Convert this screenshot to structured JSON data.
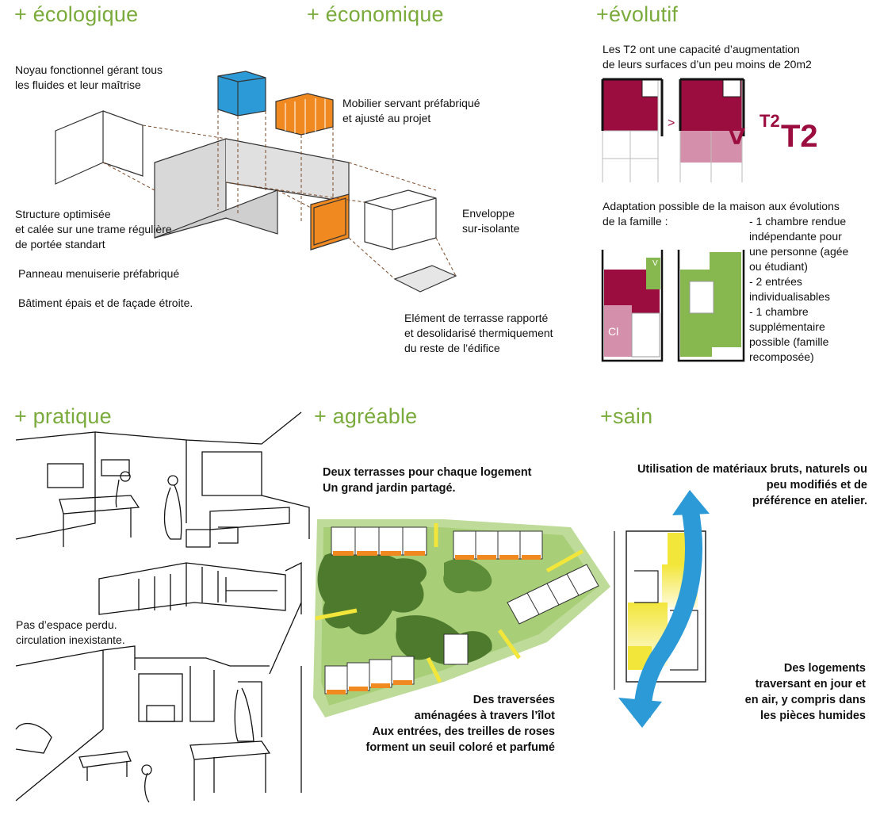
{
  "headings": {
    "ecologique": "+ écologique",
    "economique": "+ économique",
    "evolutif": "+évolutif",
    "pratique": "+ pratique",
    "agreable": "+ agréable",
    "sain": "+sain"
  },
  "ecologique": {
    "noyau": "Noyau fonctionnel gérant tous\nles fluides et leur maîtrise",
    "structure": "Structure optimisée\net calée sur une trame régulière\nde portée standart",
    "panneau": "Panneau menuiserie préfabriqué",
    "batiment": "Bâtiment épais et de façade étroite."
  },
  "economique": {
    "mobilier": "Mobilier servant préfabriqué\net ajusté au projet",
    "enveloppe": "Enveloppe\nsur-isolante",
    "terrasse": "Elément de terrasse rapporté\net desolidarisé thermiquement\ndu reste de l’édifice"
  },
  "evolutif": {
    "t2_text": "Les T2 ont une capacité d’augmentation\nde leurs surfaces d’un peu moins de 20m2",
    "arrow": ">",
    "t2_small": "T2",
    "t2_big": "T2",
    "gt": ">",
    "adaptation": "Adaptation possible de la maison aux évolutions\nde la famille :",
    "adaptation_list": "- 1 chambre rendue\nindépendante pour\nune personne (agée\nou étudiant)\n- 2 entrées\nindividualisables\n- 1 chambre\nsupplémentaire\npossible (famille\nrecomposée)",
    "cl_label": "Cl",
    "v_label": "V"
  },
  "pratique": {
    "espace": "Pas d’espace perdu.\ncirculation inexistante."
  },
  "agreable": {
    "terrasses": "Deux terrasses pour chaque logement\nUn grand jardin partagé.",
    "traversees": "Des traversées\naménagées à travers l’îlot\nAux entrées, des treilles de roses\nforment un seuil coloré et parfumé"
  },
  "sain": {
    "materiaux": "Utilisation de matériaux bruts, naturels ou\npeu modifiés et de\npréférence en atelier.",
    "logements": "Des logements\ntraversant en jour et\nen air, y compris dans\nles pièces humides"
  },
  "colors": {
    "heading_green": "#7aab3c",
    "crimson": "#9b0d3f",
    "pink": "#d490aa",
    "plan_green": "#86b84f",
    "blue": "#2b9ad6",
    "orange": "#f08a20",
    "yellow": "#f2e63a"
  }
}
